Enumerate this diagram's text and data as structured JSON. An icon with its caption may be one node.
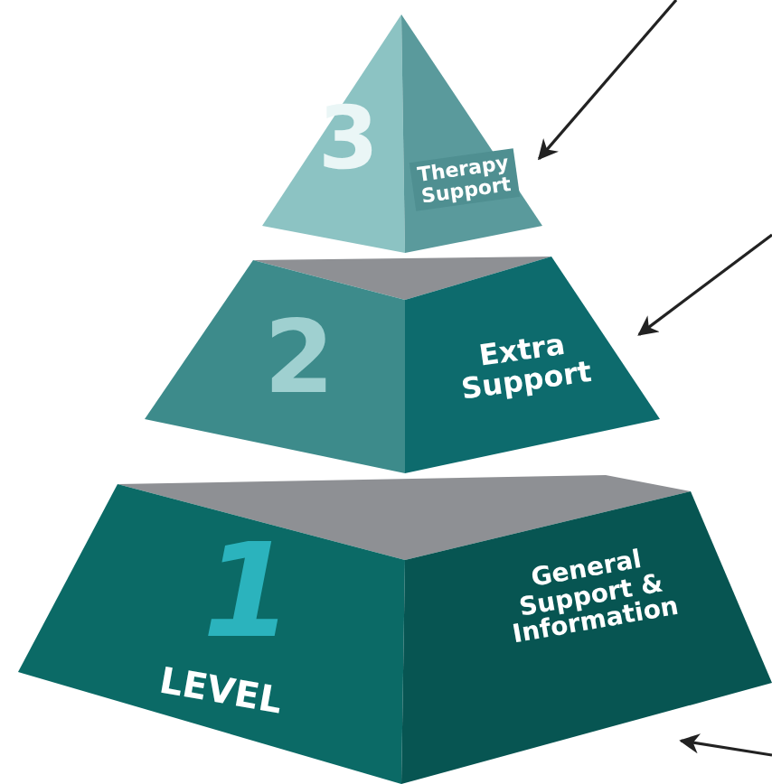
{
  "diagram": {
    "nodes": [
      {
        "text": [
          "3",
          "Therapy Support"
        ]
      },
      {
        "text": [
          "2",
          "Extra Support"
        ]
      },
      {
        "text": [
          "1",
          "LEVEL",
          "General Support & Information"
        ]
      }
    ],
    "edges": [
      {
        "from": null,
        "to": 0,
        "arrow": "to"
      },
      {
        "from": null,
        "to": 1,
        "arrow": "to"
      },
      {
        "from": null,
        "to": 2,
        "arrow": "to"
      }
    ]
  }
}
